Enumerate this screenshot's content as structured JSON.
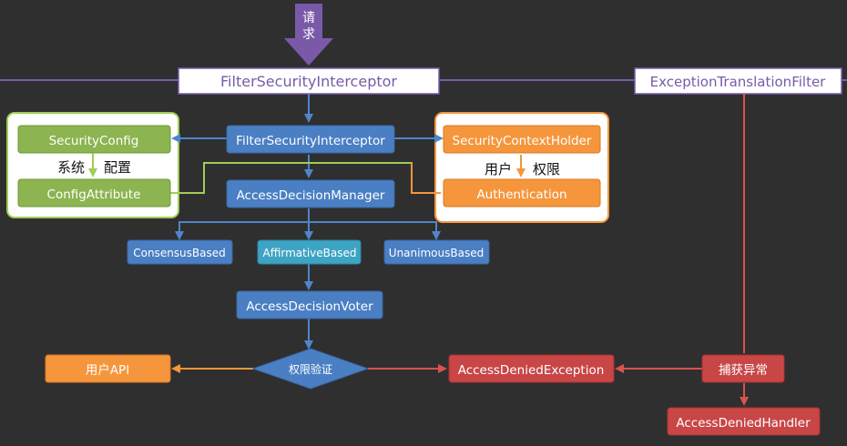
{
  "request": "请求",
  "top": {
    "fsi_label": "FilterSecurityInterceptor",
    "etf_label": "ExceptionTranslationFilter"
  },
  "nodes": {
    "security_config": "SecurityConfig",
    "config_attribute": "ConfigAttribute",
    "fsi_inner": "FilterSecurityInterceptor",
    "access_decision_manager": "AccessDecisionManager",
    "security_context_holder": "SecurityContextHolder",
    "authentication": "Authentication",
    "consensus_based": "ConsensusBased",
    "affirmative_based": "AffirmativeBased",
    "unanimous_based": "UnanimousBased",
    "access_decision_voter": "AccessDecisionVoter",
    "user_api": "用户API",
    "permission_check": "权限验证",
    "access_denied_exception": "AccessDeniedException",
    "catch_exception": "捕获异常",
    "access_denied_handler": "AccessDeniedHandler"
  },
  "labels": {
    "system_left": "系统",
    "system_right": "配置",
    "user_left": "用户",
    "user_right": "权限"
  },
  "colors": {
    "background": "#2f2f2f",
    "blue": "#4a7fc4",
    "teal": "#3ea4c4",
    "green": "#8cb450",
    "orange": "#f5963c",
    "red": "#c84646",
    "purple": "#7a5aa8"
  }
}
